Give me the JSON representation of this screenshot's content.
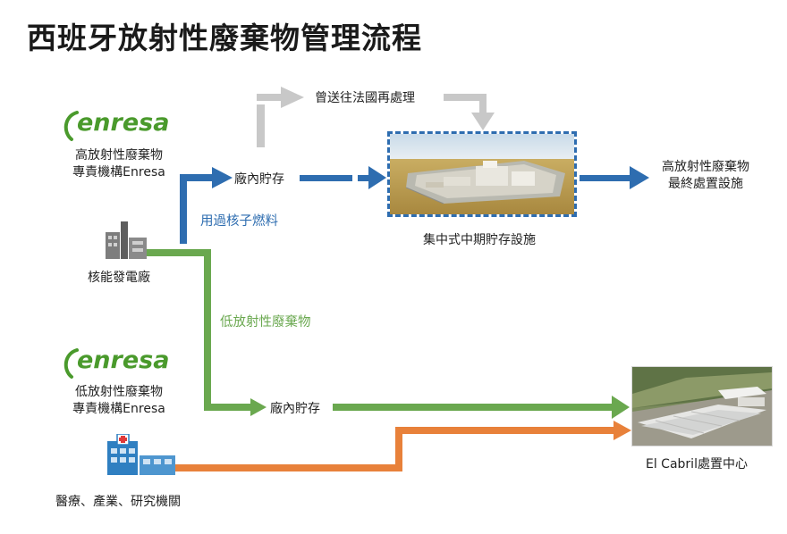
{
  "title": "西班牙放射性廢棄物管理流程",
  "enresa_high": {
    "logo": "enresa",
    "line1": "高放射性廢棄物",
    "line2": "專責機構Enresa"
  },
  "enresa_low": {
    "logo": "enresa",
    "line1": "低放射性廢棄物",
    "line2": "專責機構Enresa"
  },
  "nuclear_plant": "核能發電廠",
  "spent_fuel": "用過核子燃料",
  "onsite_storage_high": "廠內貯存",
  "sent_to_france": "曾送往法國再處理",
  "central_storage": "集中式中期貯存設施",
  "final_disposal": {
    "line1": "高放射性廢棄物",
    "line2": "最終處置設施"
  },
  "low_level_waste": "低放射性廢棄物",
  "onsite_storage_low": "廠內貯存",
  "el_cabril": "El Cabril處置中心",
  "medical": "醫療、產業、研究機關",
  "colors": {
    "blue": "#2e6db0",
    "green": "#6aa84f",
    "orange": "#e8813a",
    "gray": "#c8c8c8",
    "logo_green": "#4a9a2c"
  }
}
